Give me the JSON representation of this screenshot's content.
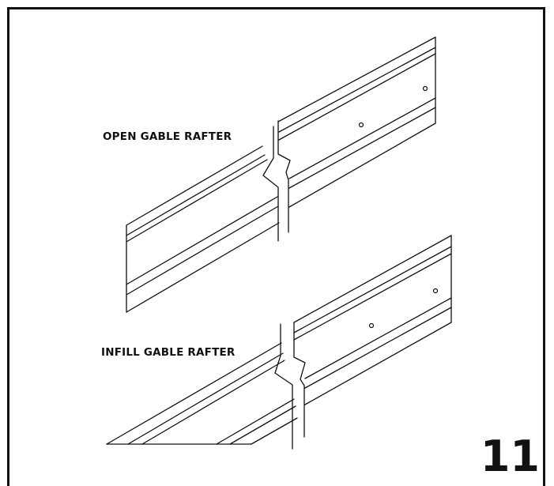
{
  "figure": {
    "labels": {
      "open_gable": "OPEN GABLE RAFTER",
      "infill_gable": "INFILL GABLE RAFTER"
    },
    "step_number": "11"
  }
}
